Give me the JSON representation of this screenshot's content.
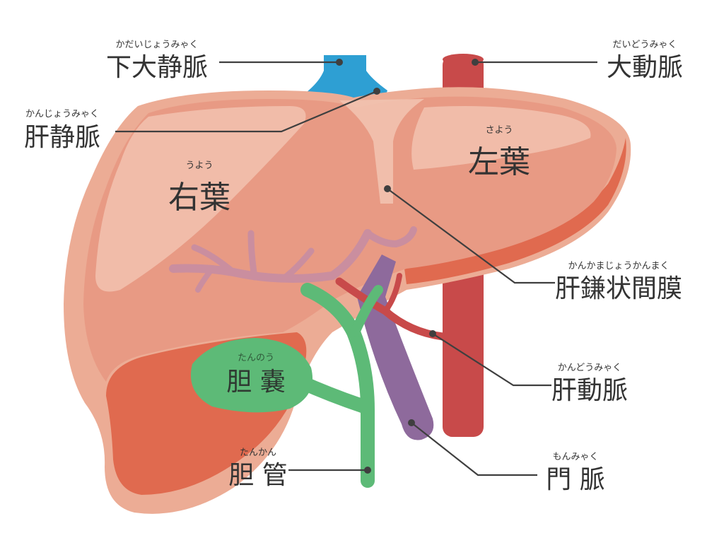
{
  "colors": {
    "liver": "#e89a84",
    "liver_edge": "#ecac95",
    "liver_shadow": "#e06a4f",
    "liver_highlight": "#f2c2af",
    "ivc": "#2e9fd3",
    "aorta": "#c84a4a",
    "hepatic_artery": "#c84a4a",
    "portal_vein": "#8e6a9c",
    "hepatic_vein": "#c08aa8",
    "gallbladder": "#5dba77",
    "text": "#333333",
    "line": "#3f3f3f"
  },
  "labels": {
    "ivc": {
      "text": "下大静脈",
      "ruby": "かだいじょうみゃく"
    },
    "aorta": {
      "text": "大動脈",
      "ruby": "だいどうみゃく"
    },
    "hepatic_vein": {
      "text": "肝静脈",
      "ruby": "かんじょうみゃく"
    },
    "right_lobe": {
      "text": "右葉",
      "ruby": "うよう"
    },
    "left_lobe": {
      "text": "左葉",
      "ruby": "さよう"
    },
    "falciform_ligament": {
      "text": "肝鎌状間膜",
      "ruby": "かんかまじょうかんまく"
    },
    "hepatic_artery": {
      "text": "肝動脈",
      "ruby": "かんどうみゃく"
    },
    "gallbladder": {
      "text": "胆 嚢",
      "ruby": "たんのう"
    },
    "bile_duct": {
      "text": "胆 管",
      "ruby": "たんかん"
    },
    "portal_vein": {
      "text": "門 脈",
      "ruby": "もんみゃく"
    }
  }
}
